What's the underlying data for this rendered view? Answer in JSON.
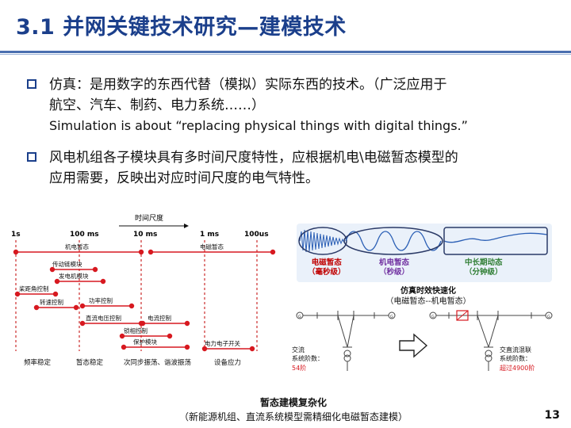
{
  "title": "3.1  并网关键技术研究—建模技术",
  "bullets": [
    {
      "lines": [
        "仿真：是用数字的东西代替（模拟）实际东西的技术。（广泛应用于",
        "航空、汽车、制药、电力系统……）",
        "Simulation is about  “replacing physical things with digital things.”"
      ]
    },
    {
      "lines": [
        "风电机组各子模块具有多时间尺度特性，应根据机电\\电磁暂态模型的",
        "应用需要，反映出对应时间尺度的电气特性。"
      ]
    }
  ],
  "timeline": {
    "arrow_label": "时间尺度",
    "ticks": [
      "1s",
      "100 ms",
      "10 ms",
      "1 ms",
      "100us"
    ],
    "bars": [
      {
        "label": "机电暂态"
      },
      {
        "label": "电磁暂态"
      },
      {
        "label": "传动链模块"
      },
      {
        "label": "发电机模块"
      },
      {
        "label": "桨距角控制"
      },
      {
        "label": "功率控制"
      },
      {
        "label": "转速控制"
      },
      {
        "label": "直流电压控制"
      },
      {
        "label": "电流控制"
      },
      {
        "label": "锁相控制"
      },
      {
        "label": "保护模块"
      },
      {
        "label": "电力电子开关"
      }
    ],
    "categories": [
      "频率稳定",
      "暂态稳定",
      "次同步振荡、谐波振荡",
      "设备应力"
    ]
  },
  "waveform": {
    "labels": [
      {
        "line1": "电磁暂态",
        "line2": "（毫秒级）",
        "color": "#c00000"
      },
      {
        "line1": "机电暂态",
        "line2": "（秒级）",
        "color": "#7030a0"
      },
      {
        "line1": "中长期动态",
        "line2": "（分钟级）",
        "color": "#2e7d32"
      }
    ]
  },
  "accel_caption": {
    "line1": "仿真时效快速化",
    "line2": "（电磁暂态--机电暂态）"
  },
  "circuit": {
    "left_note": {
      "line1": "交流",
      "line2": "系统阶数：",
      "value": "54阶"
    },
    "right_note": {
      "line1": "交直流混联",
      "line2": "系统阶数：",
      "value": "超过4900阶"
    },
    "gen_symbol": "G"
  },
  "bottom_caption": {
    "line1": "暂态建模复杂化",
    "line2": "（新能源机组、直流系统模型需精细化电磁暂态建模）"
  },
  "page_number": "13"
}
